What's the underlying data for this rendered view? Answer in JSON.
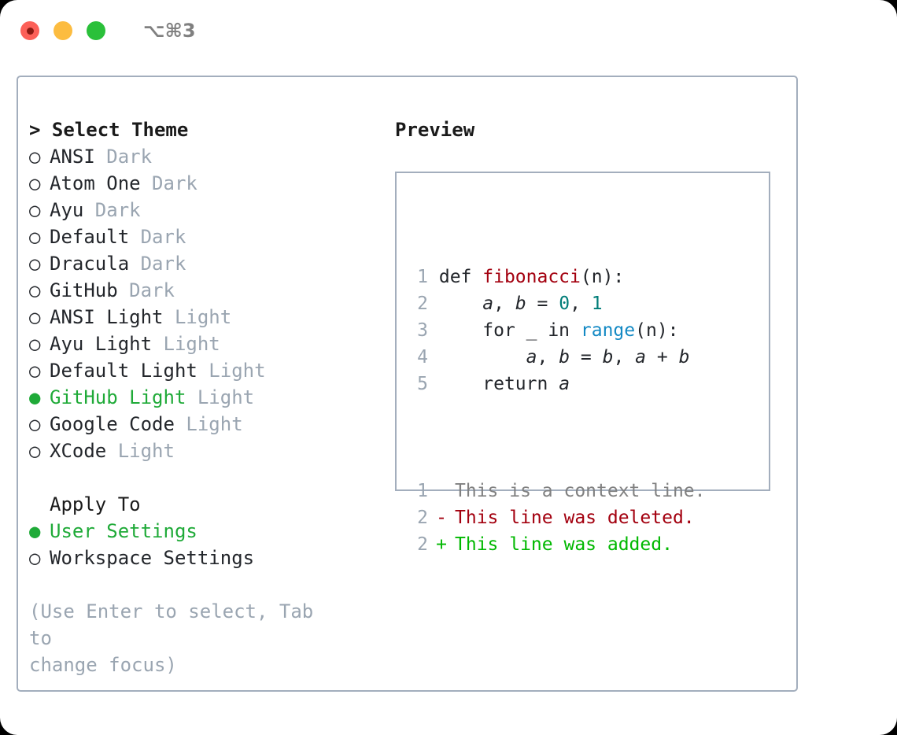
{
  "titlebar": {
    "shortcut": "⌥⌘3",
    "lights": [
      "close-red",
      "minimize-yellow",
      "zoom-green"
    ]
  },
  "theme_list": {
    "header": "Select Theme",
    "focus_marker": ">",
    "bullet_selected": "●",
    "bullet_unselected": "○",
    "items": [
      {
        "label": "ANSI",
        "kind": "Dark",
        "selected": false
      },
      {
        "label": "Atom One",
        "kind": "Dark",
        "selected": false
      },
      {
        "label": "Ayu",
        "kind": "Dark",
        "selected": false
      },
      {
        "label": "Default",
        "kind": "Dark",
        "selected": false
      },
      {
        "label": "Dracula",
        "kind": "Dark",
        "selected": false
      },
      {
        "label": "GitHub",
        "kind": "Dark",
        "selected": false
      },
      {
        "label": "ANSI Light",
        "kind": "Light",
        "selected": false
      },
      {
        "label": "Ayu Light",
        "kind": "Light",
        "selected": false
      },
      {
        "label": "Default Light",
        "kind": "Light",
        "selected": false
      },
      {
        "label": "GitHub Light",
        "kind": "Light",
        "selected": true
      },
      {
        "label": "Google Code",
        "kind": "Light",
        "selected": false
      },
      {
        "label": "XCode",
        "kind": "Light",
        "selected": false
      }
    ]
  },
  "apply_to": {
    "header": "Apply To",
    "items": [
      {
        "label": "User Settings",
        "selected": true
      },
      {
        "label": "Workspace Settings",
        "selected": false
      }
    ]
  },
  "hint": {
    "line1": "(Use Enter to select, Tab to",
    "line2": "change focus)"
  },
  "preview": {
    "title": "Preview",
    "code_lines": [
      {
        "no": "1",
        "tokens": [
          {
            "t": "def ",
            "c": "def"
          },
          {
            "t": "fibonacci",
            "c": "fn"
          },
          {
            "t": "(n):",
            "c": "plain"
          }
        ]
      },
      {
        "no": "2",
        "tokens": [
          {
            "t": "    ",
            "c": "plain"
          },
          {
            "t": "a",
            "c": "var"
          },
          {
            "t": ", ",
            "c": "plain"
          },
          {
            "t": "b",
            "c": "var"
          },
          {
            "t": " = ",
            "c": "plain"
          },
          {
            "t": "0",
            "c": "num"
          },
          {
            "t": ", ",
            "c": "plain"
          },
          {
            "t": "1",
            "c": "num"
          }
        ]
      },
      {
        "no": "3",
        "tokens": [
          {
            "t": "    for _ in ",
            "c": "plain"
          },
          {
            "t": "range",
            "c": "builtin"
          },
          {
            "t": "(n):",
            "c": "plain"
          }
        ]
      },
      {
        "no": "4",
        "tokens": [
          {
            "t": "        ",
            "c": "plain"
          },
          {
            "t": "a",
            "c": "var"
          },
          {
            "t": ", ",
            "c": "plain"
          },
          {
            "t": "b",
            "c": "var"
          },
          {
            "t": " = ",
            "c": "plain"
          },
          {
            "t": "b",
            "c": "var"
          },
          {
            "t": ", ",
            "c": "plain"
          },
          {
            "t": "a",
            "c": "var"
          },
          {
            "t": " + ",
            "c": "plain"
          },
          {
            "t": "b",
            "c": "var"
          }
        ]
      },
      {
        "no": "5",
        "tokens": [
          {
            "t": "    return ",
            "c": "plain"
          },
          {
            "t": "a",
            "c": "var"
          }
        ]
      }
    ],
    "diff_lines": [
      {
        "no": "1",
        "sign": " ",
        "text": "This is a context line.",
        "kind": "ctx"
      },
      {
        "no": "2",
        "sign": "-",
        "text": "This line was deleted.",
        "kind": "del"
      },
      {
        "no": "2",
        "sign": "+",
        "text": "This line was added.",
        "kind": "add"
      }
    ]
  },
  "colors": {
    "accent_green": "#1faa38",
    "diff_add_green": "#00b800",
    "diff_del_red": "#a3000f",
    "muted_gray": "#9aa5b1",
    "border": "#a3aebd",
    "builtin_blue": "#1389c4",
    "number_teal": "#007d78"
  }
}
